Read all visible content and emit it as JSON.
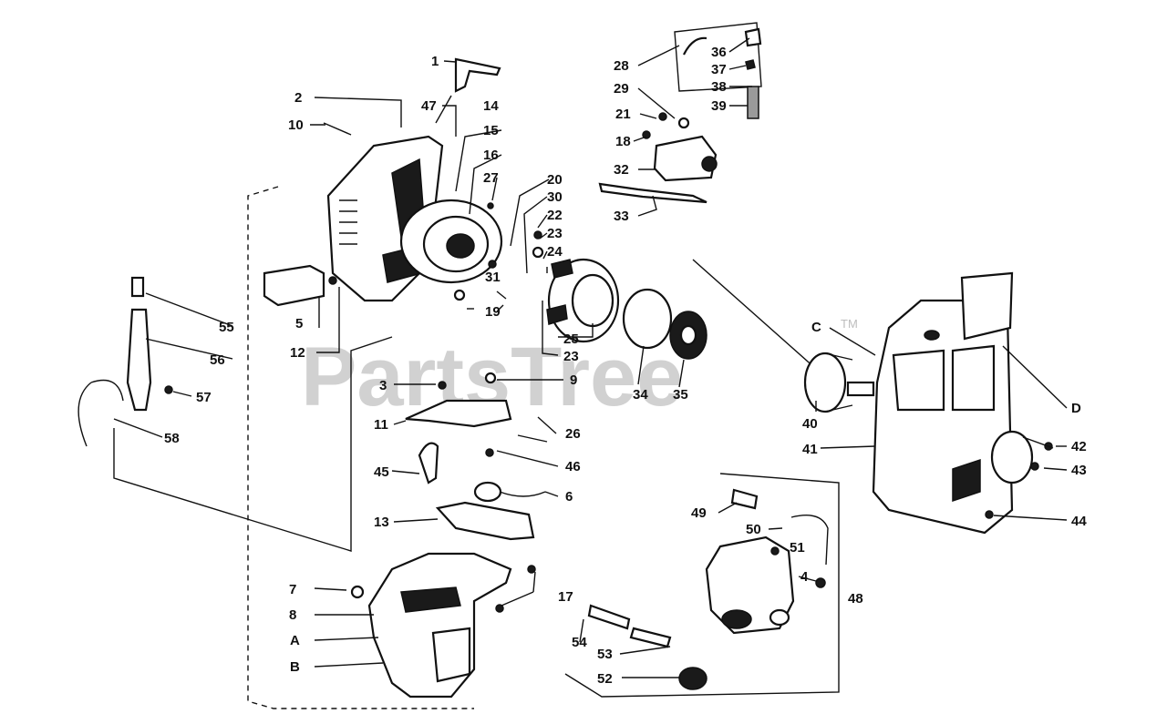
{
  "watermark": {
    "text": "PartsTree",
    "mark": "TM"
  },
  "callouts": [
    "1",
    "2",
    "3",
    "4",
    "5",
    "6",
    "7",
    "8",
    "9",
    "10",
    "11",
    "12",
    "13",
    "14",
    "15",
    "16",
    "17",
    "18",
    "19",
    "20",
    "21",
    "22",
    "23",
    "23",
    "24",
    "25",
    "26",
    "27",
    "28",
    "29",
    "30",
    "31",
    "32",
    "33",
    "34",
    "35",
    "36",
    "37",
    "38",
    "39",
    "40",
    "41",
    "42",
    "43",
    "44",
    "45",
    "46",
    "47",
    "48",
    "49",
    "50",
    "51",
    "52",
    "53",
    "54",
    "55",
    "56",
    "57",
    "58",
    "A",
    "B",
    "C",
    "D"
  ]
}
